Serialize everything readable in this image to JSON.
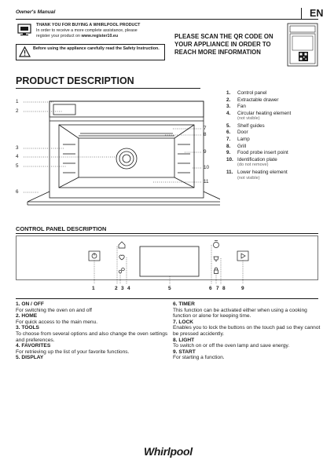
{
  "header": {
    "title": "Owner's Manual",
    "lang": "EN"
  },
  "notice": {
    "thanks_title": "THANK YOU FOR BUYING A WHIRLPOOL PRODUCT",
    "thanks_line1": "In order to receive a more complete assistance, please",
    "thanks_line2_prefix": "register your product on",
    "thanks_url": "www.register10.eu",
    "warning": "Before using the appliance carefully read the Safety Instruction.",
    "qr": "PLEASE SCAN THE QR CODE ON YOUR APPLIANCE IN ORDER TO REACH MORE INFORMATION"
  },
  "product": {
    "title": "PRODUCT DESCRIPTION",
    "callouts_left": [
      "1",
      "2",
      "3",
      "4",
      "5",
      "6"
    ],
    "callouts_right": [
      "7",
      "8",
      "9",
      "10",
      "11"
    ],
    "items": [
      {
        "n": "1.",
        "label": "Control panel",
        "sub": ""
      },
      {
        "n": "2.",
        "label": "Extractable drawer",
        "sub": ""
      },
      {
        "n": "3.",
        "label": "Fan",
        "sub": ""
      },
      {
        "n": "4.",
        "label": "Circular heating element",
        "sub": "(not visible)"
      },
      {
        "n": "5.",
        "label": "Shelf guides",
        "sub": ""
      },
      {
        "n": "6.",
        "label": "Door",
        "sub": ""
      },
      {
        "n": "7.",
        "label": "Lamp",
        "sub": ""
      },
      {
        "n": "8.",
        "label": "Grill",
        "sub": ""
      },
      {
        "n": "9.",
        "label": "Food probe insert point",
        "sub": ""
      },
      {
        "n": "10.",
        "label": "Identification plate",
        "sub": "(do not remove)"
      },
      {
        "n": "11.",
        "label": "Lower heating element",
        "sub": "(not visible)"
      }
    ]
  },
  "control_panel": {
    "title": "CONTROL PANEL DESCRIPTION",
    "numbers": [
      "1",
      "2",
      "3",
      "4",
      "5",
      "6",
      "7",
      "8",
      "9"
    ],
    "left": [
      {
        "title": "1. ON / OFF",
        "desc": "For switching the oven on and off"
      },
      {
        "title": "2. HOME",
        "desc": "For quick access to the main menu."
      },
      {
        "title": "3. TOOLS",
        "desc": "To choose from several options and also change the oven settings and preferences."
      },
      {
        "title": "4. FAVORITES",
        "desc": "For retrieving up the list of your favorite functions."
      },
      {
        "title": "5. DISPLAY",
        "desc": ""
      }
    ],
    "right": [
      {
        "title": "6. TIMER",
        "desc": "This function can be activated either when using a cooking function or alone for keeping time."
      },
      {
        "title": "7. LOCK",
        "desc": "Enables you to lock the buttons on the touch pad so they cannot be pressed accidently."
      },
      {
        "title": "8. LIGHT",
        "desc": "To switch on or off the oven lamp and save energy."
      },
      {
        "title": "9. START",
        "desc": "For starting a function."
      }
    ]
  },
  "brand": "Whirlpool"
}
